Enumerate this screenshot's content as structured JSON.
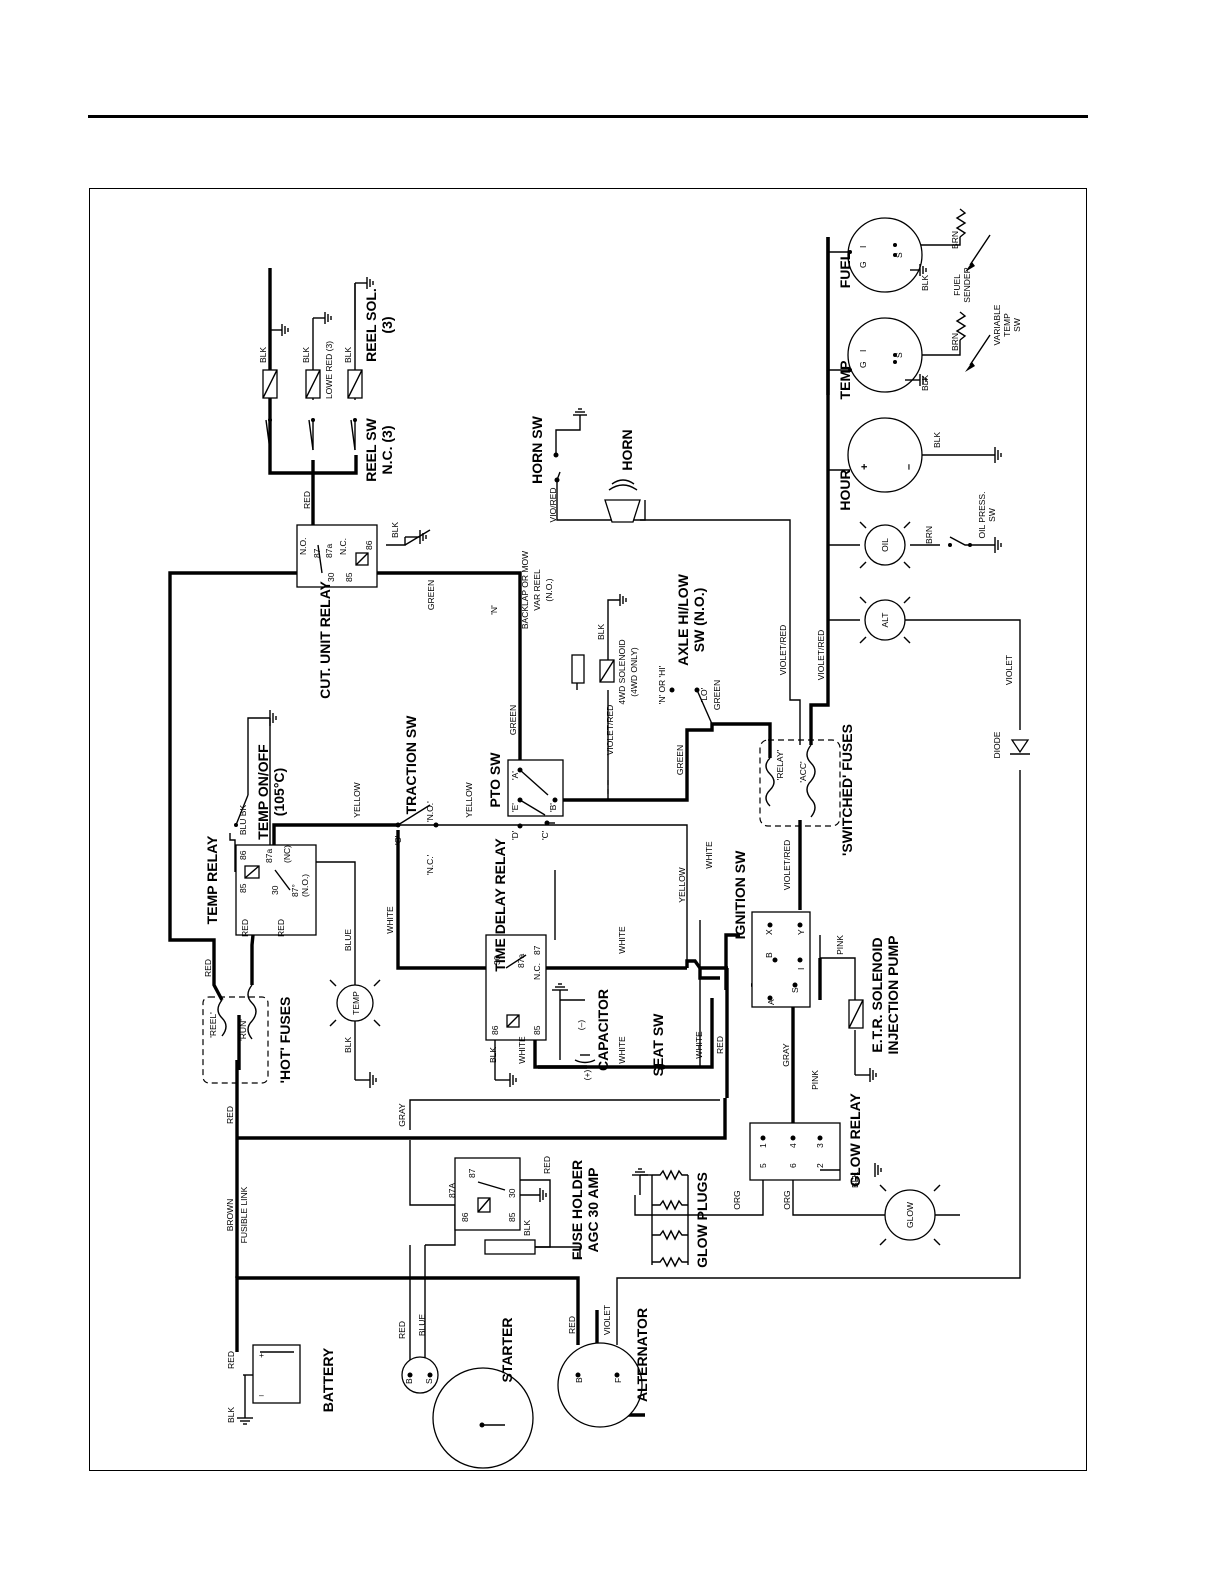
{
  "labels": {
    "battery": "BATTERY",
    "starter": "STARTER",
    "alternator": "ALTERNATOR",
    "glow_plugs": "GLOW PLUGS",
    "glow_relay": "GLOW RELAY",
    "fuse_holder": "FUSE HOLDER",
    "fuse_holder_rating": "AGC 30 AMP",
    "hot_fuses": "'HOT' FUSES",
    "reel_fuse": "'REEL'",
    "run_fuse": "'RUN'",
    "switched_fuses": "'SWITCHED' FUSES",
    "relay_fuse": "'RELAY'",
    "acc_fuse": "'ACC'",
    "ignition_sw": "IGNITION SW",
    "etr_solenoid": "E.T.R. SOLENOID",
    "injection_pump": "INJECTION PUMP",
    "time_delay_relay": "TIME DELAY RELAY",
    "capacitor": "CAPACITOR",
    "seat_sw": "SEAT SW",
    "temp_relay": "TEMP RELAY",
    "temp_onoff": "TEMP ON/OFF",
    "temp_onoff_rating": "(105°C)",
    "temp_lamp": "TEMP",
    "traction_sw": "TRACTION SW",
    "pto_sw": "PTO SW",
    "cut_unit_relay": "CUT. UNIT RELAY",
    "reel_sw": "REEL SW",
    "reel_sw_nc": "N.C. (3)",
    "reel_sol": "REEL SOL.",
    "reel_sol_count": "(3)",
    "lowe_red": "LOWE RED (3)",
    "backlap": "BACKLAP OR MOW",
    "var_reel": "VAR REEL",
    "no": "(N.O.)",
    "solenoid_4wd": "4WD SOLENOID",
    "solenoid_4wd_only": "(4WD ONLY)",
    "axle_sw": "AXLE HI/LOW",
    "axle_sw_no": "SW (N.O.)",
    "n_or_hi": "'N' OR 'HI'",
    "lo": "'LO'",
    "n": "'N'",
    "horn_sw": "HORN SW",
    "horn": "HORN",
    "hour": "HOUR",
    "oil": "OIL",
    "oil_press_sw": "OIL PRESS.",
    "oil_press_sw2": "SW",
    "alt": "ALT",
    "temp_gauge": "TEMP",
    "fuel_gauge": "FUEL",
    "fuel_sender": "FUEL",
    "fuel_sender2": "SENDER",
    "var_temp_sw": "VARIABLE",
    "var_temp_sw2": "TEMP",
    "var_temp_sw3": "SW",
    "diode": "DIODE",
    "glow": "GLOW",
    "fusible_link": "FUSIBLE LINK"
  },
  "wire_colors": {
    "red": "RED",
    "brown": "BROWN",
    "blk": "BLK",
    "blue": "BLUE",
    "gray": "GRAY",
    "violet": "VIOLET",
    "yellow": "YELLOW",
    "white": "WHITE",
    "green": "GREEN",
    "pink": "PINK",
    "org": "ORG",
    "brn": "BRN",
    "violet_red": "VIOLET/RED",
    "vio_red": "VIO/RED",
    "blu_bk": "BLU BK"
  },
  "terminals": {
    "b": "B",
    "s": "S",
    "f": "F",
    "plus": "+",
    "minus": "–",
    "a": "A",
    "i": "I",
    "x": "X",
    "y": "Y",
    "g": "G",
    "t30": "30",
    "t85": "85",
    "t86": "86",
    "t87": "87",
    "t87a": "87a",
    "t87A": "87A",
    "t87o": "87°",
    "nc": "N.C.",
    "no": "N.O.",
    "nc_paren": "(NC)",
    "no_paren": "(N.O.)",
    "c": "'C'",
    "nc_q": "'N.C.'",
    "no_q": "'N.O.'",
    "a_q": "'A'",
    "b_q": "'B'",
    "c_q": "'C'",
    "d_q": "'D'",
    "e_q": "'E'",
    "t1": "1",
    "t2": "2",
    "t3": "3",
    "t4": "4",
    "t5": "5",
    "t6": "6",
    "cap_plus": "(+)",
    "cap_minus": "(–)"
  }
}
